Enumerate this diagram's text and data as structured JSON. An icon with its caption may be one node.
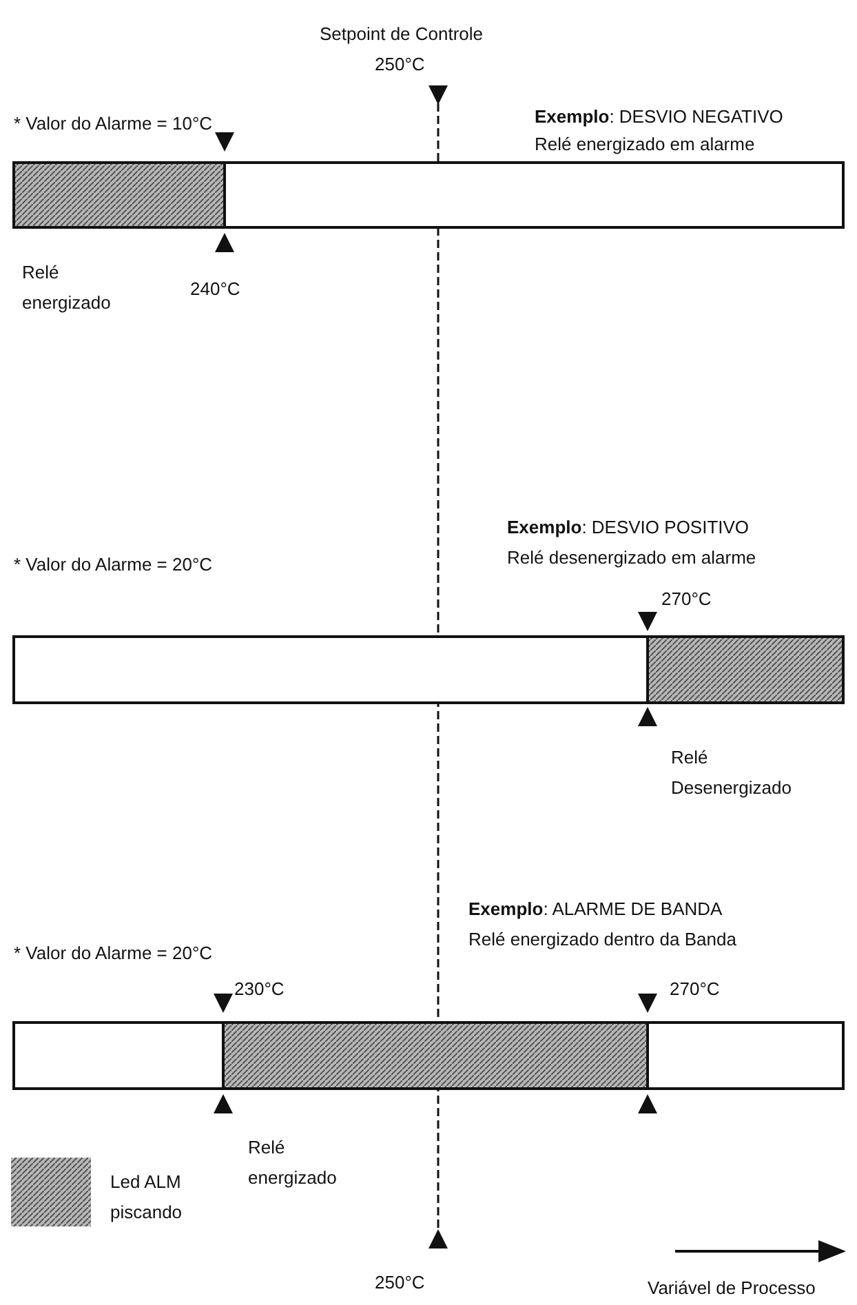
{
  "diagram": {
    "labels": [
      "Setpoint de Controle",
      "250°C",
      "* Valor do Alarme = 10°C",
      "**Exemplo**: DESVIO NEGATIVO",
      "Relé energizado em alarme",
      "Relé energizado",
      "240°C",
      "**Exemplo**: DESVIO POSITIVO",
      "* Valor do Alarme = 20°C",
      "Relé desenergizado em alarme",
      "270°C",
      "Relé Desenergizado",
      "**Exemplo**: ALARME DE BANDA",
      "Relé energizado dentro da Banda",
      "* Valor do Alarme = 20°C",
      "230°C",
      "270°C",
      "Relé energizado",
      "250°C",
      "Variável de Processo"
    ],
    "legend": [
      {
        "text": "Led ALM piscando"
      }
    ]
  }
}
